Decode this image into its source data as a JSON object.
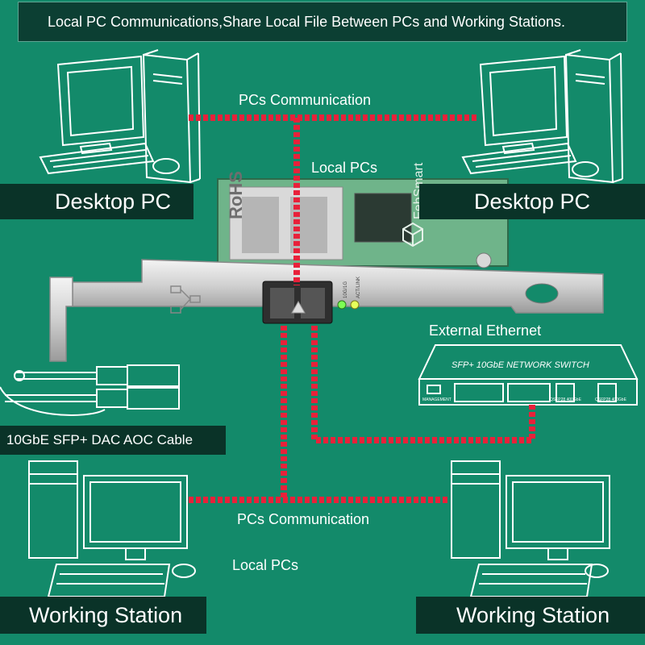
{
  "header": {
    "title": "Local PC Communications,Share Local File Between PCs and Working Stations."
  },
  "labels": {
    "desktop_left": "Desktop PC",
    "desktop_right": "Desktop PC",
    "pcs_comm_top": "PCs Communication",
    "local_pcs_top": "Local PCs",
    "external_ethernet": "External Ethernet",
    "cable": "10GbE SFP+ DAC AOC Cable",
    "pcs_comm_bottom": "PCs Communication",
    "local_pcs_bottom": "Local PCs",
    "station_left": "Working Station",
    "station_right": "Working Station"
  },
  "switch": {
    "title": "SFP+ 10GbE NETWORK SWITCH",
    "port_label_left": "MANAGEMENT",
    "qsfp_a": "QSFP28 400GbE",
    "qsfp_b": "QSFP28 400GbE"
  },
  "card": {
    "rohs": "RoHS",
    "brand": "FebSmart",
    "led_label_a": "10G/1G",
    "led_label_b": "ACT/LINK"
  },
  "colors": {
    "background": "#138a6a",
    "label_bg": "#0a3328",
    "link_red": "#e8213a"
  }
}
